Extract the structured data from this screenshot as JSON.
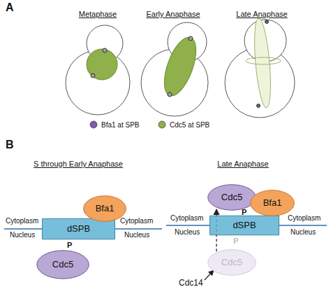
{
  "diagram": {
    "nodes": [
      {
        "text": [
          "Bfa1"
        ]
      },
      {
        "text": [
          "dSPB"
        ]
      },
      {
        "text": [
          "Cdc5"
        ]
      },
      {
        "text": [
          "Cdc5"
        ]
      },
      {
        "text": [
          "Bfa1"
        ]
      },
      {
        "text": [
          "dSPB"
        ]
      },
      {
        "text": [
          "Cdc5"
        ]
      }
    ],
    "edges": [
      {
        "from": 6,
        "to": 3,
        "arrow": "to"
      }
    ],
    "labels": [
      "A",
      "Metaphase",
      "Early Anaphase",
      "Late Anaphase",
      "B",
      "S through Early Anaphase",
      "Late Anaphase",
      "P",
      "Cytoplasm",
      "Nucleus",
      "Cytoplasm",
      "Nucleus",
      "P",
      "P",
      "Cytoplasm",
      "Nucleus",
      "Cytoplasm",
      "Nucleus",
      "Cdc14"
    ],
    "legend": [
      {
        "text": "Bfa1 at SPB",
        "color": "#7b5ba8"
      },
      {
        "text": "Cdc5 at SPB",
        "color": "#8fb04a"
      }
    ]
  }
}
